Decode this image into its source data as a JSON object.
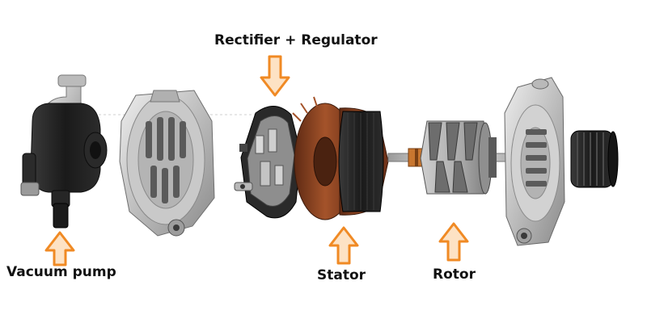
{
  "labels": {
    "rectifier_regulator": "Rectifier + Regulator",
    "vacuum_pump": "Vacuum pump",
    "stator": "Stator",
    "rotor": "Rotor"
  },
  "colors": {
    "arrow_fill": "#fde2c4",
    "arrow_stroke": "#f08a24",
    "metal_light": "#d9d9d9",
    "metal_mid": "#a9a9a9",
    "metal_dark": "#555555",
    "copper": "#9a4a24",
    "black_part": "#1e1e1e"
  },
  "icons": {
    "arrow": "up-down-arrow-icon"
  }
}
